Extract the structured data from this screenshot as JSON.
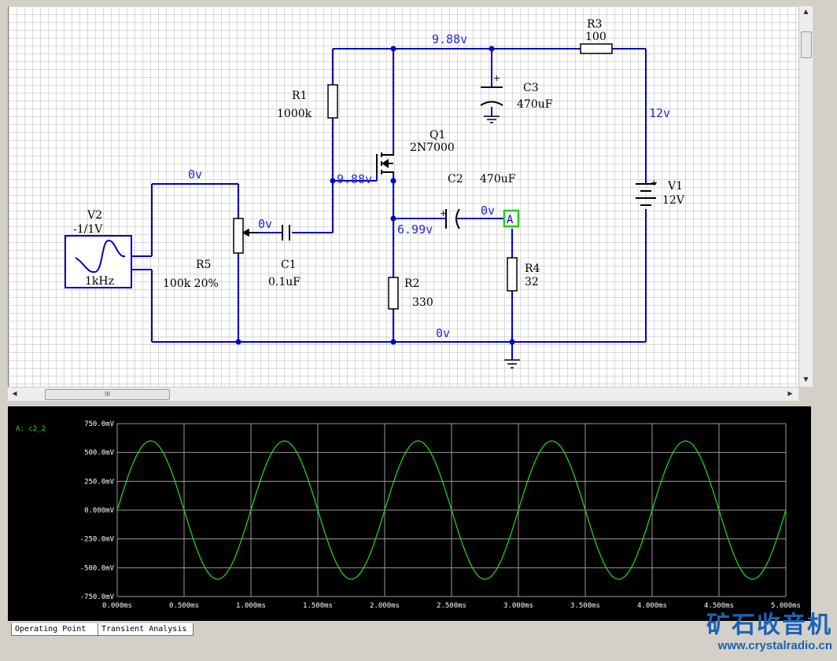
{
  "schematic": {
    "components": {
      "R1": {
        "name": "R1",
        "value": "1000k"
      },
      "R2": {
        "name": "R2",
        "value": "330"
      },
      "R3": {
        "name": "R3",
        "value": "100"
      },
      "R4": {
        "name": "R4",
        "value": "32"
      },
      "R5": {
        "name": "R5",
        "value": "100k 20%"
      },
      "C1": {
        "name": "C1",
        "value": "0.1uF"
      },
      "C2": {
        "name": "C2",
        "value": "470uF"
      },
      "C3": {
        "name": "C3",
        "value": "470uF"
      },
      "Q1": {
        "name": "Q1",
        "value": "2N7000"
      },
      "V1": {
        "name": "V1",
        "value": "12V"
      },
      "V2": {
        "name": "V2",
        "value": "-1/1V",
        "freq": "1kHz"
      }
    },
    "node_labels": {
      "supply_top": "9.88v",
      "supply_right": "12v",
      "gate": "9.88v",
      "source": "6.99v",
      "input_top": "0v",
      "wiper": "0v",
      "output": "0v",
      "ground": "0v"
    },
    "probe_label": "A",
    "plus_sign": "+",
    "colors": {
      "wire": "#0000c0",
      "node_text": "#2828d0",
      "probe": "#22cc22"
    }
  },
  "scroll": {
    "h_thumb_grip": "III"
  },
  "scope": {
    "trace_label": "A: c2_2",
    "trace_color": "#22dd22",
    "y_ticks": [
      "750.0mV",
      "500.0mV",
      "250.0mV",
      "0.000mV",
      "-250.0mV",
      "-500.0mV",
      "-750.0mV"
    ],
    "x_ticks": [
      "0.000ms",
      "0.500ms",
      "1.000ms",
      "1.500ms",
      "2.000ms",
      "2.500ms",
      "3.000ms",
      "3.500ms",
      "4.000ms",
      "4.500ms",
      "5.000ms"
    ]
  },
  "chart_data": {
    "type": "line",
    "title": "",
    "series": [
      {
        "name": "A: c2_2",
        "function": "sine",
        "amplitude_mV": 600,
        "frequency_kHz": 1,
        "offset_mV": 0
      }
    ],
    "x_range_ms": [
      0,
      5
    ],
    "ylim_mV": [
      -750,
      750
    ],
    "grid": true
  },
  "tabs": [
    {
      "label": "Operating Point"
    },
    {
      "label": "Transient Analysis"
    }
  ],
  "watermark": {
    "cn": "矿石收音机",
    "url": "www.crystalradio.cn"
  }
}
